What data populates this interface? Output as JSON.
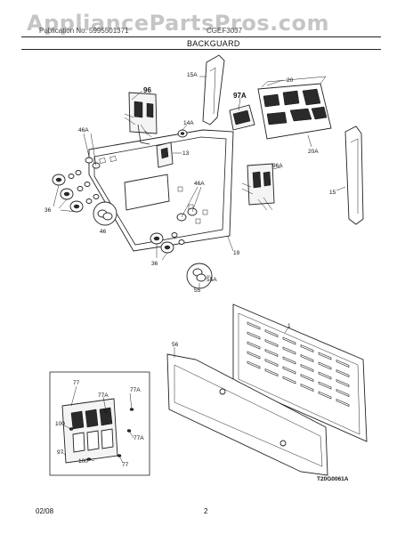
{
  "watermark": "AppliancePartsPros.com",
  "header": {
    "left": "Publication No. 5995501371",
    "right": "CGEF3037",
    "section": "BACKGUARD"
  },
  "footer": {
    "date": "02/08",
    "page": "2"
  },
  "diagram_id": "T20G0061A",
  "callouts": {
    "c1": "1",
    "c13": "13",
    "c14a": "14A",
    "c15": "15",
    "c15a": "15A",
    "c19": "19",
    "c20": "20",
    "c20a": "20A",
    "c36a": "36",
    "c36b": "36",
    "c46a": "46",
    "c46a_top": "46A",
    "c46a_mid": "46A",
    "c55": "55",
    "c55a": "55A",
    "c56": "56",
    "c96": "96",
    "c96a": "96A",
    "c97a": "97A",
    "inset_77a": "77",
    "inset_77b": "77",
    "inset_77a1": "77A",
    "inset_77a2": "77A",
    "inset_77a3": "77A",
    "inset_97": "97",
    "inset_100a": "100",
    "inset_100b": "100"
  }
}
